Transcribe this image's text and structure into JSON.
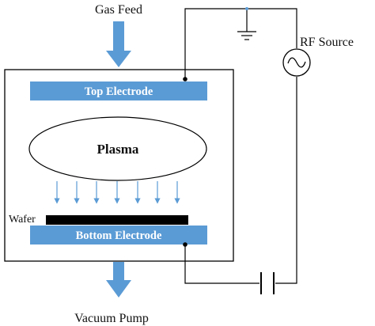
{
  "diagram": {
    "gas_feed_label": "Gas Feed",
    "top_electrode_label": "Top Electrode",
    "plasma_label": "Plasma",
    "wafer_label": "Wafer",
    "bottom_electrode_label": "Bottom Electrode",
    "rf_source_label": "RF Source",
    "vacuum_pump_label": "Vacuum Pump",
    "rf_source_symbol": "~"
  },
  "colors": {
    "electrode_fill": "#5b9bd5",
    "arrow_fill": "#5b9bd5",
    "ion_arrow": "#5b9bd5",
    "wafer_fill": "#000000",
    "line": "#000000"
  },
  "icons": {
    "ground": "ground-symbol-icon",
    "rf_source": "ac-source-icon",
    "capacitor": "capacitor-icon"
  }
}
